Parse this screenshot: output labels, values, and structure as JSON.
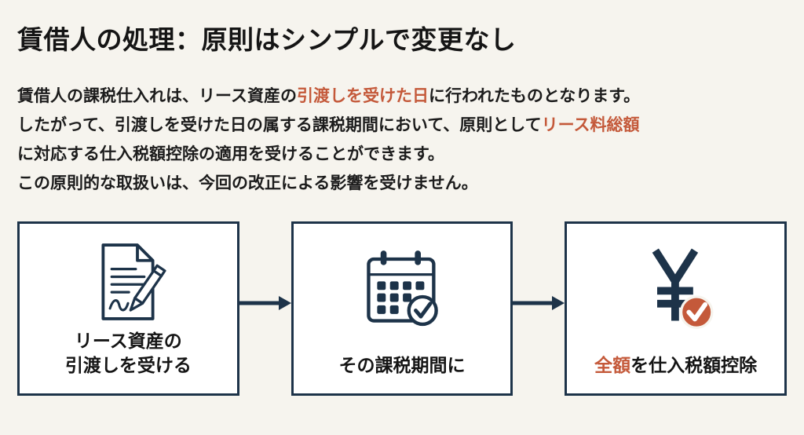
{
  "page": {
    "title": "賃借人の処理：原則はシンプルで変更なし"
  },
  "colors": {
    "background": "#f6f4ee",
    "text": "#1c1c1c",
    "accent": "#c4593a",
    "navy": "#1d3349"
  },
  "paragraph": {
    "line1_a": "賃借人の課税仕入れは、リース資産の",
    "line1_accent": "引渡しを受けた日",
    "line1_b": "に行われたものとなります。",
    "line2_a": "したがって、引渡しを受けた日の属する課税期間において、原則として",
    "line2_accent": "リース料総額",
    "line3": "に対応する仕入税額控除の適用を受けることができます。",
    "line4": "この原則的な取扱いは、今回の改正による影響を受けません。"
  },
  "steps": {
    "step1": {
      "icon": "contract-icon",
      "line1": "リース資産の",
      "line2": "引渡しを受ける"
    },
    "step2": {
      "icon": "calendar-check-icon",
      "label": "その課税期間に"
    },
    "step3": {
      "icon": "yen-check-icon",
      "accent": "全額",
      "rest": "を仕入税額控除"
    }
  }
}
